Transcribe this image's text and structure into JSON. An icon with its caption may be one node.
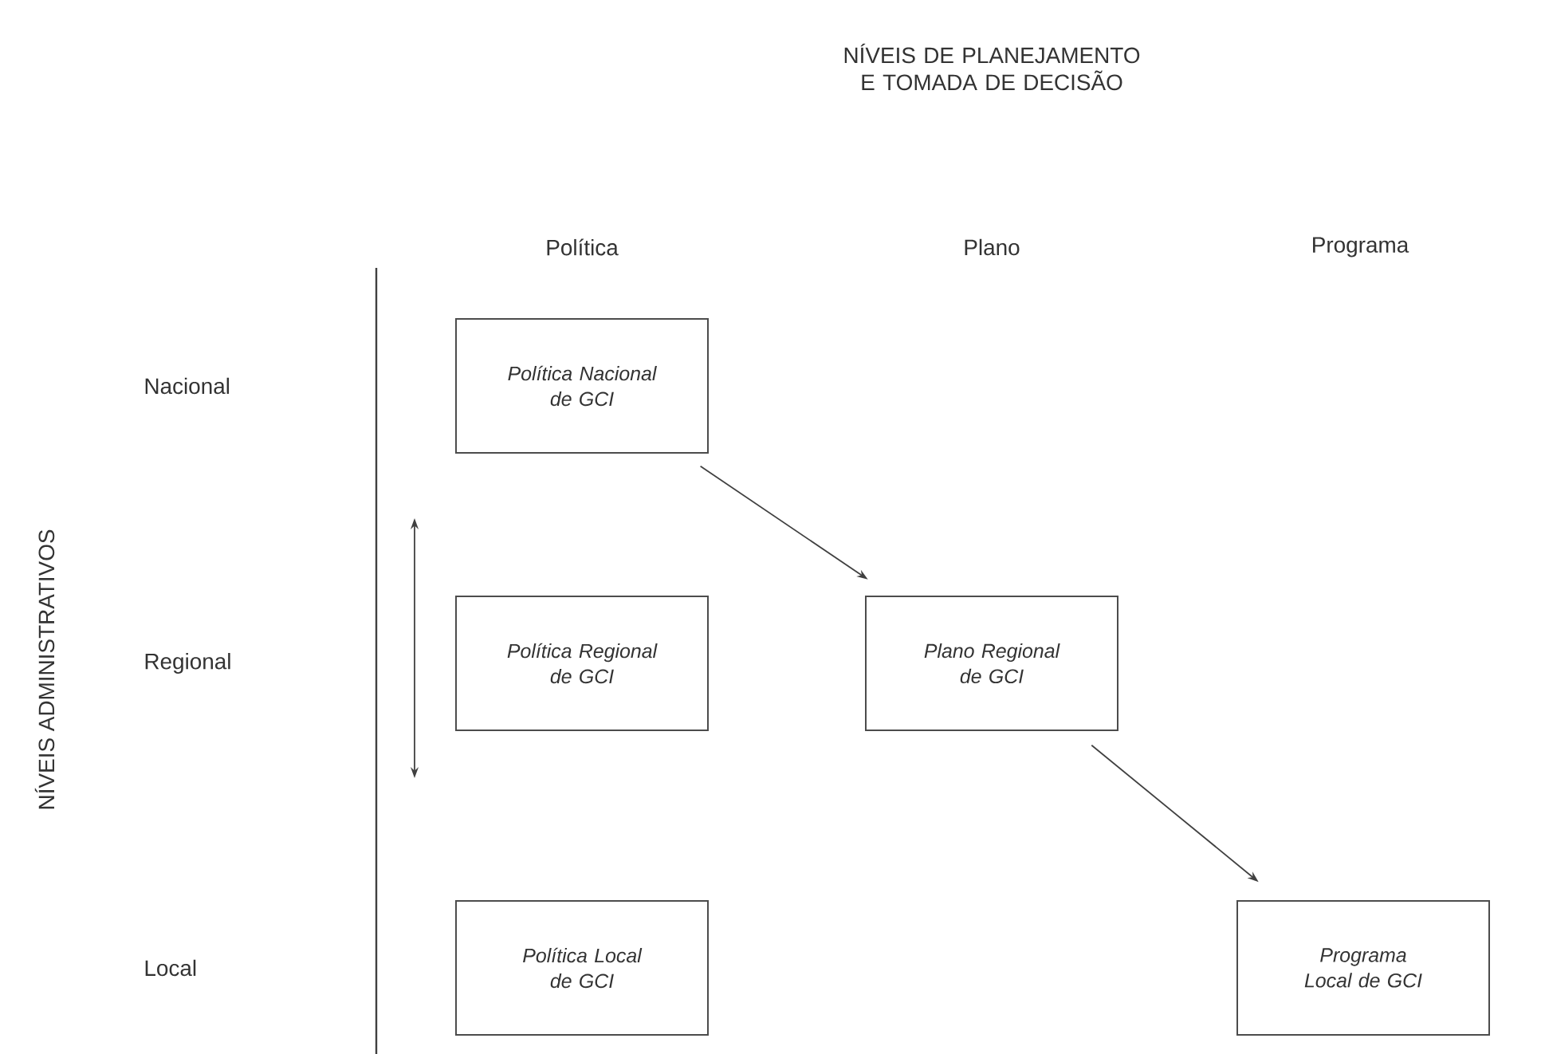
{
  "diagram": {
    "nodes": [
      {
        "text": [
          "Política Nacional de GCI"
        ]
      },
      {
        "text": [
          "Política Regional de GCI"
        ]
      },
      {
        "text": [
          "Plano Regional de GCI"
        ]
      },
      {
        "text": [
          "Política Local de GCI"
        ]
      },
      {
        "text": [
          "Programa Local de GCI"
        ]
      }
    ],
    "edges": [
      {
        "from": 0,
        "to": 2,
        "arrow": "to"
      },
      {
        "from": 2,
        "to": 4,
        "arrow": "to"
      }
    ],
    "labels": [
      "NÍVEIS DE PLANEJAMENTO E TOMADA DE DECISÃO",
      "Política",
      "Plano",
      "Programa",
      "NÍVEIS ADMINISTRATIVOS",
      "Nacional",
      "Regional",
      "Local"
    ]
  }
}
